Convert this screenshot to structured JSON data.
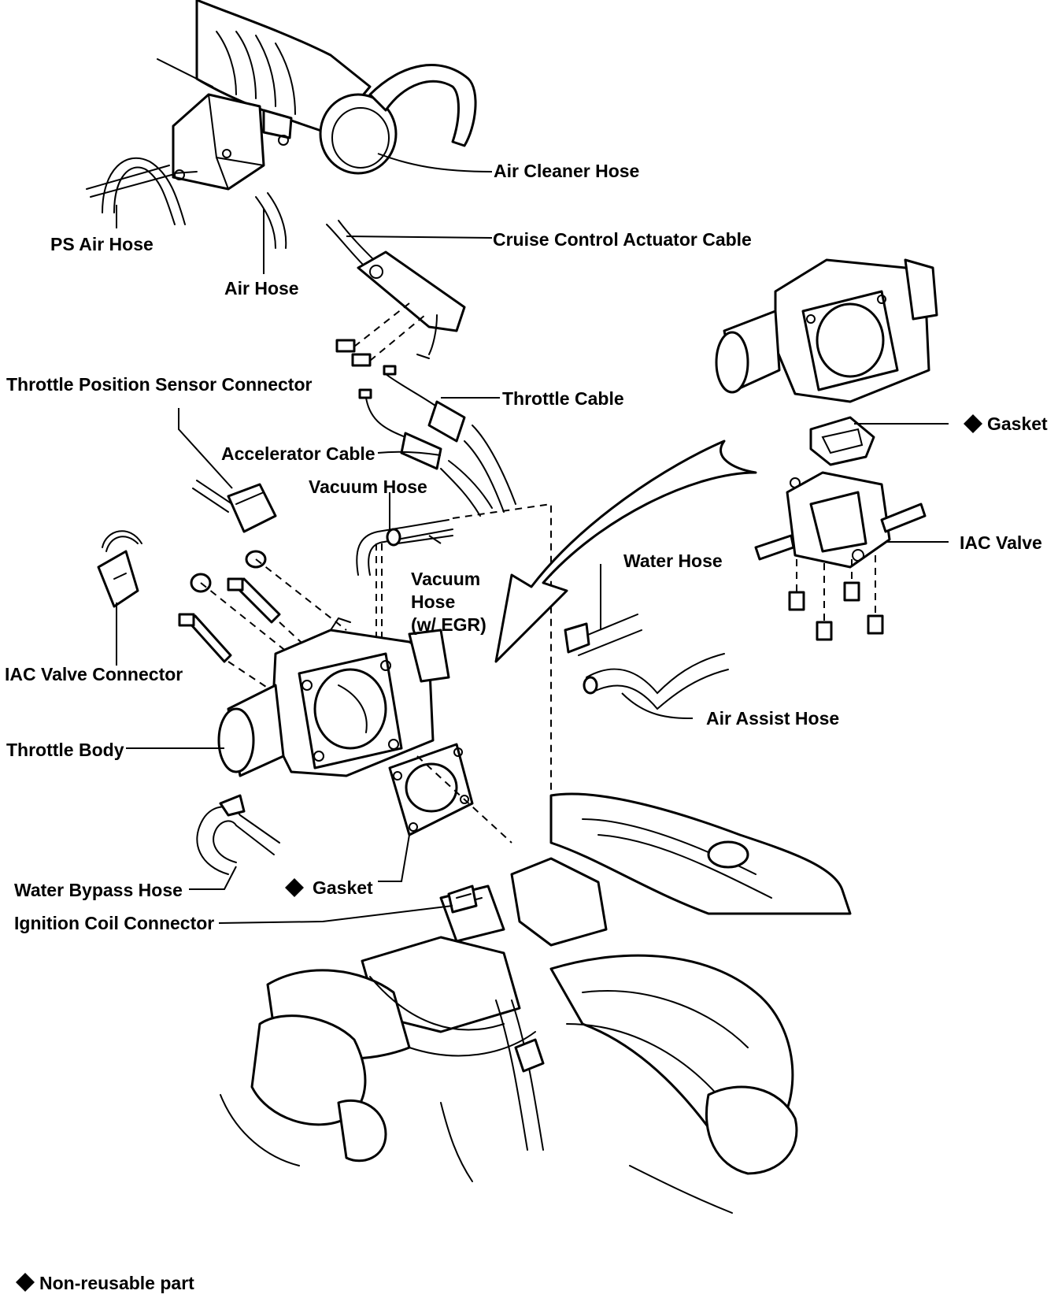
{
  "labels": {
    "air_cleaner_hose": "Air Cleaner Hose",
    "ps_air_hose": "PS Air Hose",
    "air_hose": "Air  Hose",
    "cruise_control_actuator_cable": "Cruise Control Actuator Cable",
    "throttle_position_sensor_connector": "Throttle Position Sensor Connector",
    "throttle_cable": "Throttle Cable",
    "accelerator_cable": "Accelerator Cable",
    "vacuum_hose": "Vacuum Hose",
    "vacuum_hose_egr_line1": "Vacuum",
    "vacuum_hose_egr_line2": "Hose",
    "vacuum_hose_egr_line3": "(w/  EGR)",
    "gasket_top": "Gasket",
    "iac_valve": "IAC Valve",
    "water_hose": "Water Hose",
    "iac_valve_connector": "IAC Valve Connector",
    "air_assist_hose": "Air Assist Hose",
    "throttle_body": "Throttle Body",
    "water_bypass_hose": "Water Bypass Hose",
    "gasket_bottom": "Gasket",
    "ignition_coil_connector": "Ignition Coil Connector"
  },
  "legend": {
    "symbol_meaning": "Non-reusable part"
  },
  "icons": {
    "non_reusable_marker": "diamond-icon",
    "direction_arrow": "curved-arrow-icon"
  },
  "colors": {
    "line": "#000000",
    "background": "#ffffff"
  }
}
